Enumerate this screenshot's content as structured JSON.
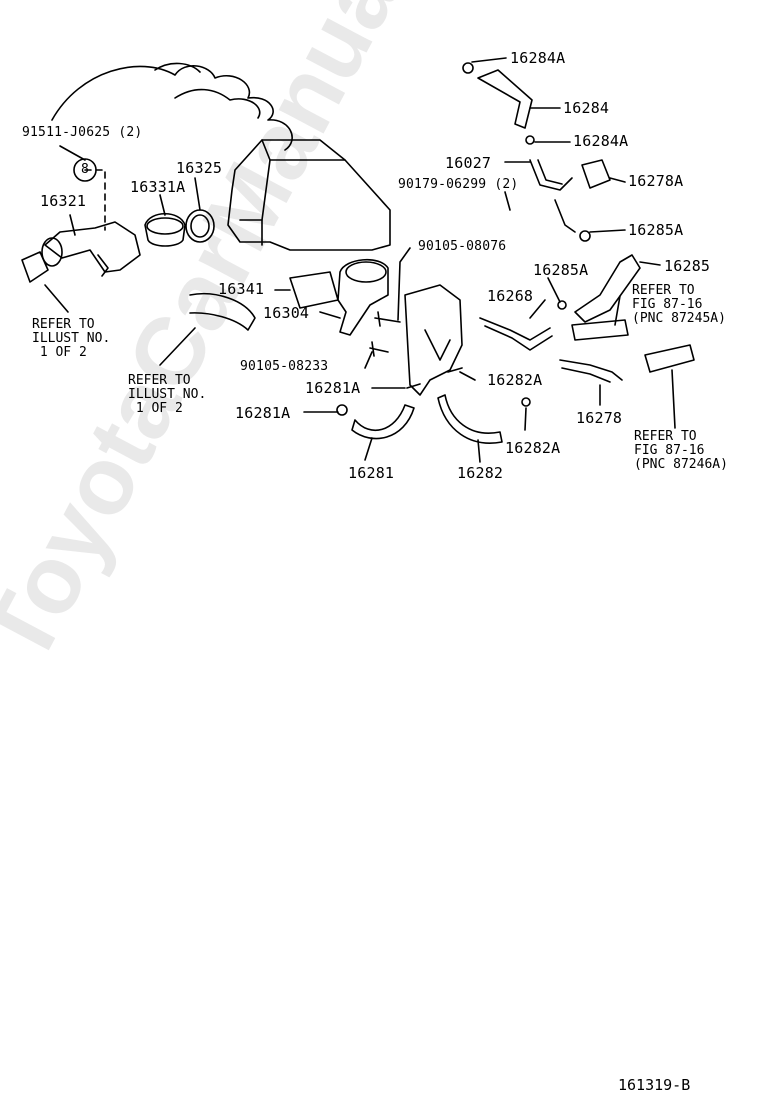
{
  "labels": {
    "p16284A_top": "16284A",
    "p16284": "16284",
    "p16284A_mid": "16284A",
    "p16027": "16027",
    "p90179": "90179-06299 (2)",
    "p16278A": "16278A",
    "p16285A_r": "16285A",
    "p16285A_m": "16285A",
    "p16285": "16285",
    "p16268": "16268",
    "p91511": "91511-J0625 (2)",
    "p16325": "16325",
    "p16331A": "16331A",
    "p16321": "16321",
    "p90105_08076": "90105-08076",
    "p16341": "16341",
    "p16304": "16304",
    "p90105_08233": "90105-08233",
    "p16281A_a": "16281A",
    "p16281A_b": "16281A",
    "p16282A_a": "16282A",
    "p16282A_b": "16282A",
    "p16281": "16281",
    "p16282": "16282",
    "p16278": "16278",
    "bolt_mark": "8"
  },
  "refs": {
    "left": [
      "REFER TO",
      "ILLUST NO.",
      " 1 OF 2"
    ],
    "mid": [
      "REFER TO",
      "ILLUST NO.",
      " 1 OF 2"
    ],
    "right_top": [
      "REFER TO",
      "FIG 87-16",
      "(PNC 87245A)"
    ],
    "right_bottom": [
      "REFER TO",
      "FIG 87-16",
      "(PNC 87246A)"
    ]
  },
  "watermark": "ToyotaCarManuals.ru",
  "figure_code": "161319-B",
  "colors": {
    "ink": "#000000",
    "watermark": "#d8d8d8",
    "background": "#ffffff"
  }
}
